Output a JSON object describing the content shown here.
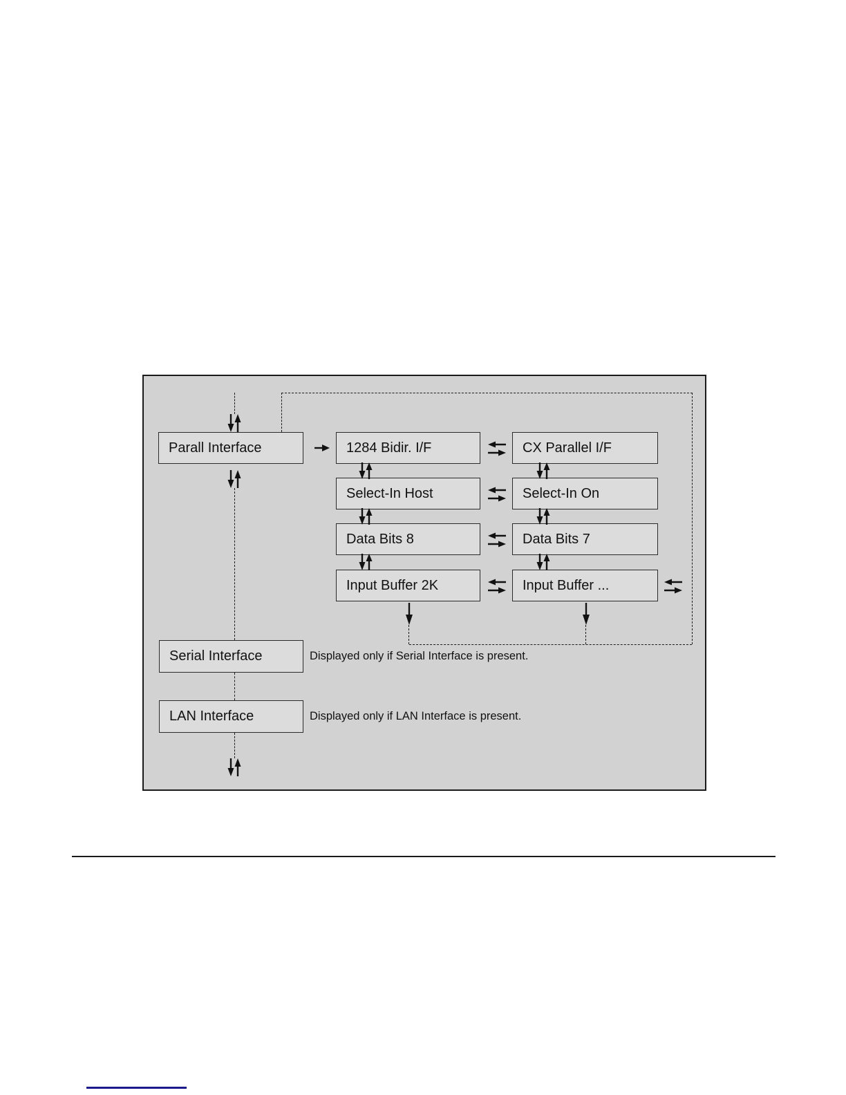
{
  "diagram": {
    "description": "Printer control-panel menu structure for interface selection",
    "background_color": "#d2d2d2",
    "box_fill_color": "#dcdcdc",
    "line_color": "#1a1a1a",
    "main_menu": [
      {
        "label": "Parall Interface"
      },
      {
        "label": "Serial Interface",
        "note": "Displayed only if Serial Interface is present."
      },
      {
        "label": "LAN Interface",
        "note": "Displayed only if LAN Interface is present."
      }
    ],
    "parallel_submenu": {
      "rows": [
        {
          "value": "1284 Bidir. I/F",
          "alternate": "CX Parallel I/F"
        },
        {
          "value": "Select-In Host",
          "alternate": "Select-In On"
        },
        {
          "value": "Data Bits 8",
          "alternate": "Data Bits 7"
        },
        {
          "value": "Input Buffer 2K",
          "alternate": "Input Buffer ..."
        }
      ]
    },
    "icons": {
      "up_down": "arrow-up-down-icon",
      "swap": "arrow-left-right-swap-icon",
      "right": "arrow-right-icon",
      "down": "arrow-down-icon"
    }
  },
  "footer": {
    "rule_color": "#1a1a1a",
    "link_underline_color": "#1a1a8c"
  }
}
